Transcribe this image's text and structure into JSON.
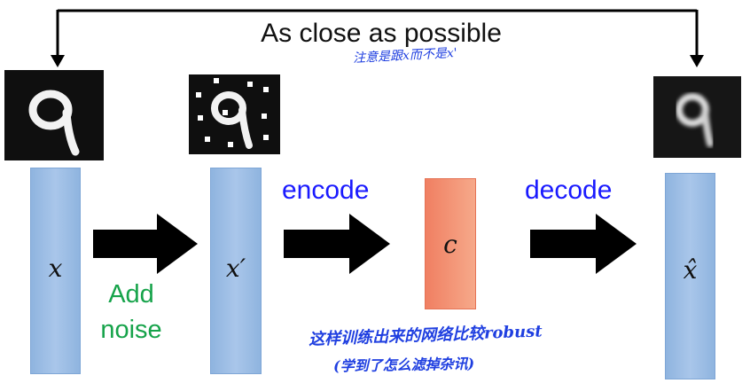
{
  "title": "As close as possible",
  "notes": {
    "top": "注意是跟x而不是x'",
    "bottom_line1": "这样训练出来的网络比较robust",
    "bottom_line2": "(学到了怎么滤掉杂讯)"
  },
  "labels": {
    "add_noise_line1": "Add",
    "add_noise_line2": "noise",
    "encode": "encode",
    "decode": "decode"
  },
  "variables": {
    "x": "x",
    "x_noisy": "x′",
    "c": "c",
    "x_hat": "x̂"
  },
  "colors": {
    "input_bar": "#a9c6ea",
    "code_bar": "#f4a080",
    "label_blue": "#1a1aff",
    "label_green": "#16a34a",
    "note_blue": "#1f3fe0"
  }
}
